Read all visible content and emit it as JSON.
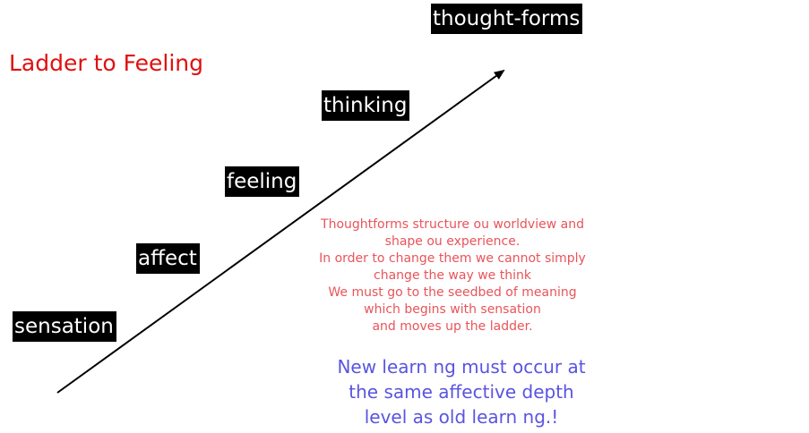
{
  "title": "Ladder to Feeling",
  "steps": [
    "sensation",
    "affect",
    "feeling",
    "thinking",
    "thought-forms"
  ],
  "note_lines": [
    "Thoughtforms  structure ou  worldview and",
    "shape ou  experience.",
    "In order to change them we cannot simply",
    "change the way we think",
    "We must go to the seedbed of meaning",
    "which begins with sensation",
    "and moves up the ladder."
  ],
  "emphasis_lines": [
    "New learn ng must occur at",
    "the same affective depth",
    "level as old learn ng.!"
  ],
  "colors": {
    "title": "#e01010",
    "note": "#e8545a",
    "emphasis": "#5a54e0",
    "step_background": "#000000",
    "step_text": "#ffffff"
  }
}
